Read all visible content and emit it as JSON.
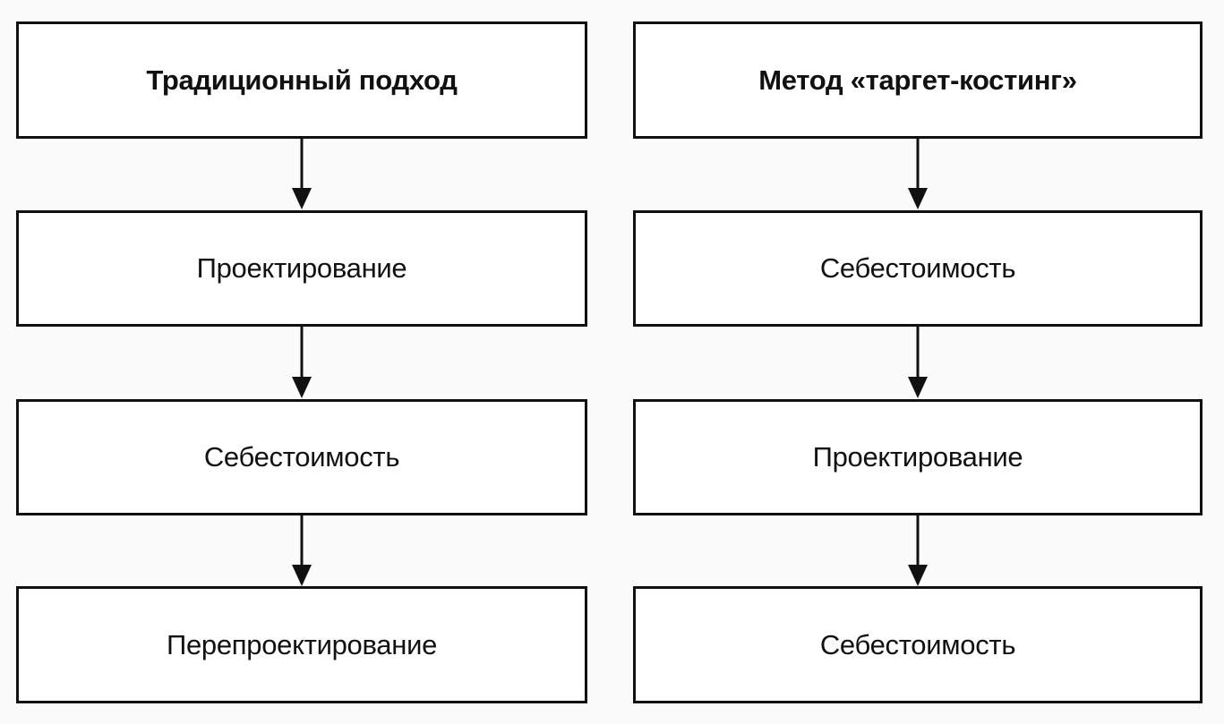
{
  "diagram": {
    "left_column": {
      "header": "Традиционный подход",
      "steps": [
        "Проектирование",
        "Себестоимость",
        "Перепроектирование"
      ]
    },
    "right_column": {
      "header": "Метод «таргет-костинг»",
      "steps": [
        "Себестоимость",
        "Проектирование",
        "Себестоимость"
      ]
    }
  },
  "colors": {
    "stroke": "#111111",
    "box_fill": "#ffffff",
    "background": "#fbfbfb"
  }
}
